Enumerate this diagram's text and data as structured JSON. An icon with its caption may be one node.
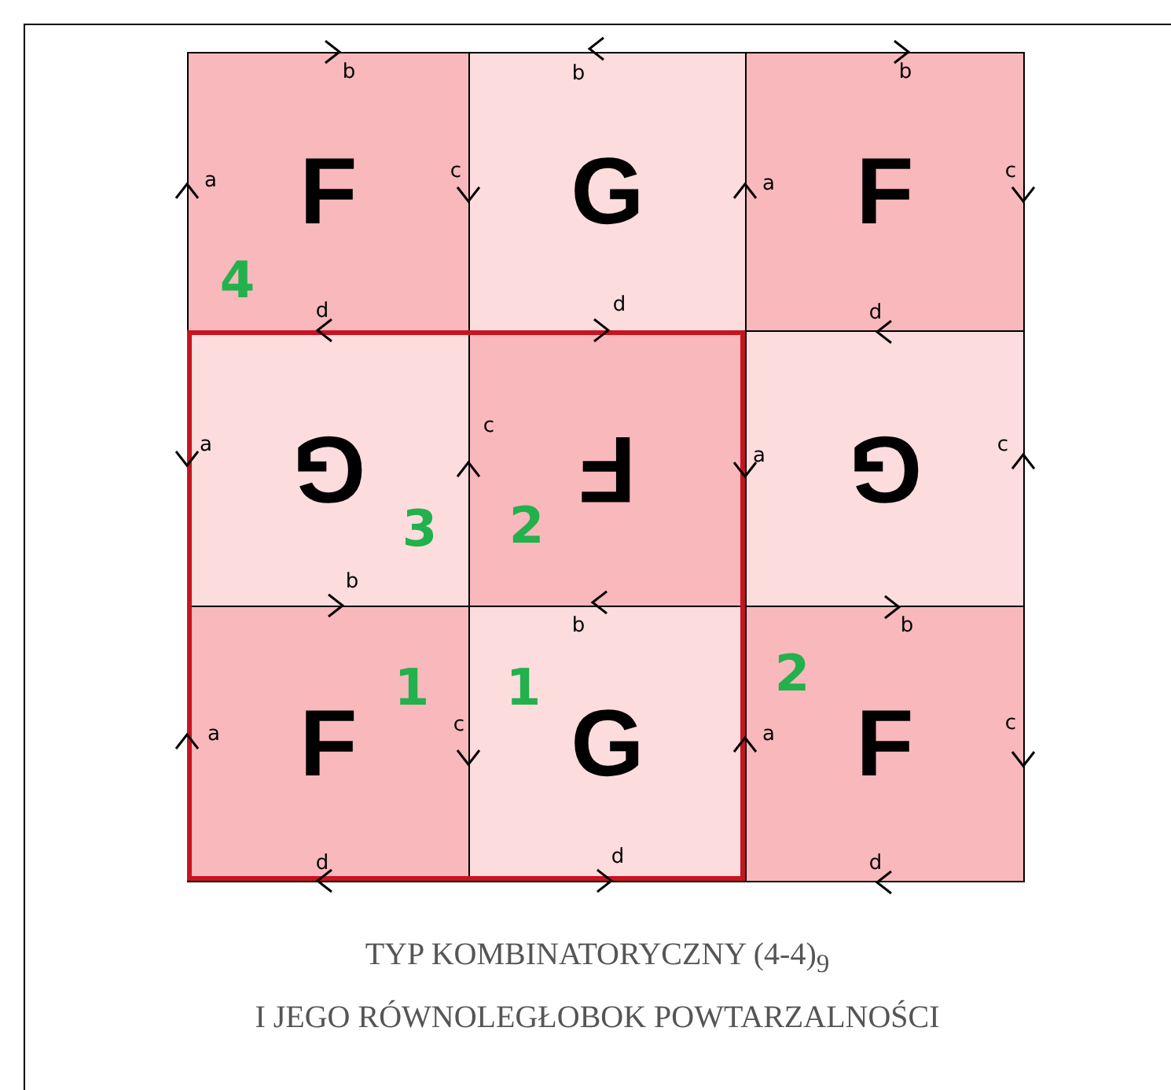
{
  "diagram": {
    "caption": "TYP KOMBINATORYCZNY (4-4)$_{9}$ I JEGO RÓWNOLEGŁOBOK POWTARZALNOŚCI",
    "nodes": [
      {
        "text": [
          "F"
        ]
      },
      {
        "text": [
          "G"
        ]
      },
      {
        "text": [
          "F"
        ]
      },
      {
        "text": [],
        "shape": "box"
      },
      {
        "text": [
          "G"
        ],
        "in": 3
      },
      {
        "text": [
          "F"
        ],
        "in": 3
      },
      {
        "text": [
          "G"
        ]
      },
      {
        "text": [
          "F"
        ],
        "in": 3
      },
      {
        "text": [
          "G"
        ],
        "in": 3
      },
      {
        "text": [
          "F"
        ]
      }
    ],
    "labels": [
      "b",
      "b",
      "b",
      "c",
      "c",
      "a",
      "a",
      "4",
      "d",
      "d",
      "d",
      "c",
      "a",
      "c",
      "a",
      "2",
      "3",
      "b",
      "b",
      "b",
      "2",
      "1",
      "1",
      "c",
      "c",
      "a",
      "a",
      "d",
      "d",
      "d"
    ]
  }
}
